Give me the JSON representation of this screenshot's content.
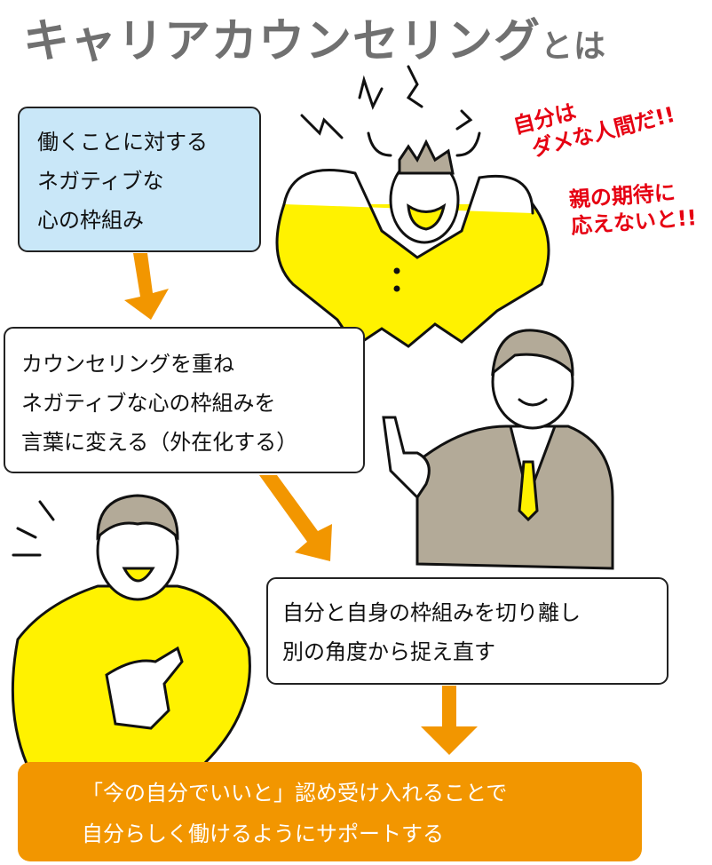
{
  "title": {
    "main": "キャリアカウンセリング",
    "suffix": "とは"
  },
  "steps": [
    {
      "lines": [
        "働くことに対する",
        "ネガティブな",
        "心の枠組み"
      ]
    },
    {
      "lines": [
        "カウンセリングを重ね",
        "ネガティブな心の枠組みを",
        "言葉に変える（外在化する）"
      ]
    },
    {
      "lines": [
        "自分と自身の枠組みを切り離し",
        "別の角度から捉え直す"
      ]
    },
    {
      "lines": [
        "「今の自分でいいと」認め受け入れることで",
        "自分らしく働けるようにサポートする"
      ]
    }
  ],
  "thoughts": [
    {
      "lines": [
        "自分は",
        "ダメな人間だ!!"
      ]
    },
    {
      "lines": [
        "親の期待に",
        "応えないと!!"
      ]
    }
  ],
  "colors": {
    "title": "#707070",
    "box1": "#c9e7f8",
    "accent": "#f29600",
    "shirt": "#fff200",
    "thought": "#e60012"
  }
}
